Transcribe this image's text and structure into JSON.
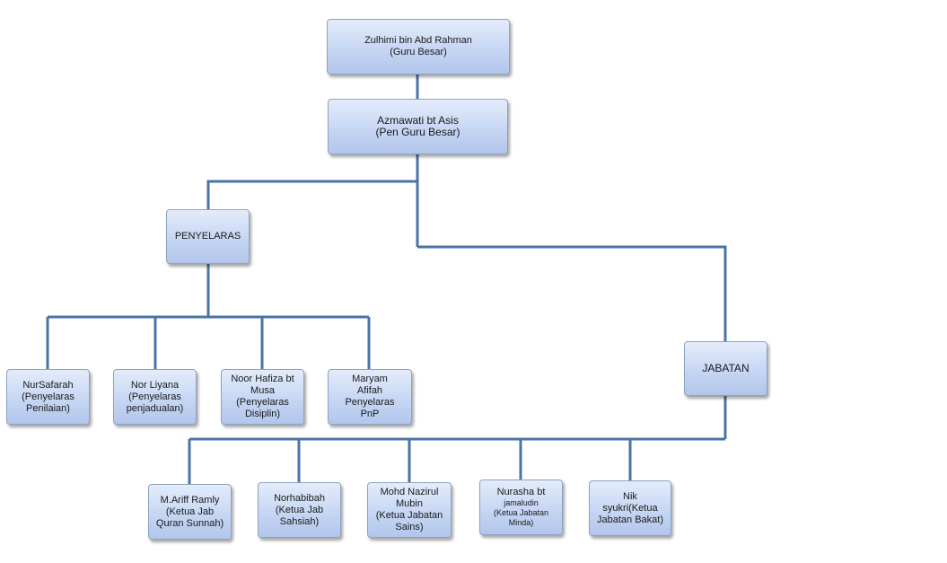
{
  "principal": {
    "name": "Zulhimi bin Abd Rahman",
    "title": "(Guru Besar)"
  },
  "deputy": {
    "name": "Azmawati bt Asis",
    "title": "(Pen Guru Besar)"
  },
  "penyelaras": {
    "label": "PENYELARAS"
  },
  "jabatan": {
    "label": "JABATAN"
  },
  "coordinators": [
    {
      "lines": [
        "NurSafarah",
        "(Penyelaras",
        "Penilaian)"
      ]
    },
    {
      "lines": [
        "Nor Liyana",
        "(Penyelaras",
        "penjadualan)"
      ]
    },
    {
      "lines": [
        "Noor Hafiza bt",
        "Musa",
        "(Penyelaras",
        "Disiplin)"
      ]
    },
    {
      "lines": [
        "Maryam",
        "Afifah",
        "Penyelaras",
        "PnP"
      ]
    }
  ],
  "departments": [
    {
      "lines": [
        "M.Ariff Ramly",
        "(Ketua Jab",
        "Quran Sunnah)"
      ]
    },
    {
      "lines": [
        "Norhabibah",
        "(Ketua Jab",
        "Sahsiah)"
      ]
    },
    {
      "lines": [
        "Mohd Nazirul",
        "Mubin",
        "(Ketua Jabatan",
        "Sains)"
      ]
    },
    {
      "lines": [
        "Nurasha bt",
        "jamaludin",
        "(Ketua Jabatan",
        "Minda)"
      ]
    },
    {
      "lines": [
        "Nik",
        "syukri(Ketua",
        "Jabatan Bakat)"
      ]
    }
  ],
  "colors": {
    "connector": "#4a74a6",
    "box_top": "#e4ecfb",
    "box_bottom": "#b2c6ec"
  }
}
